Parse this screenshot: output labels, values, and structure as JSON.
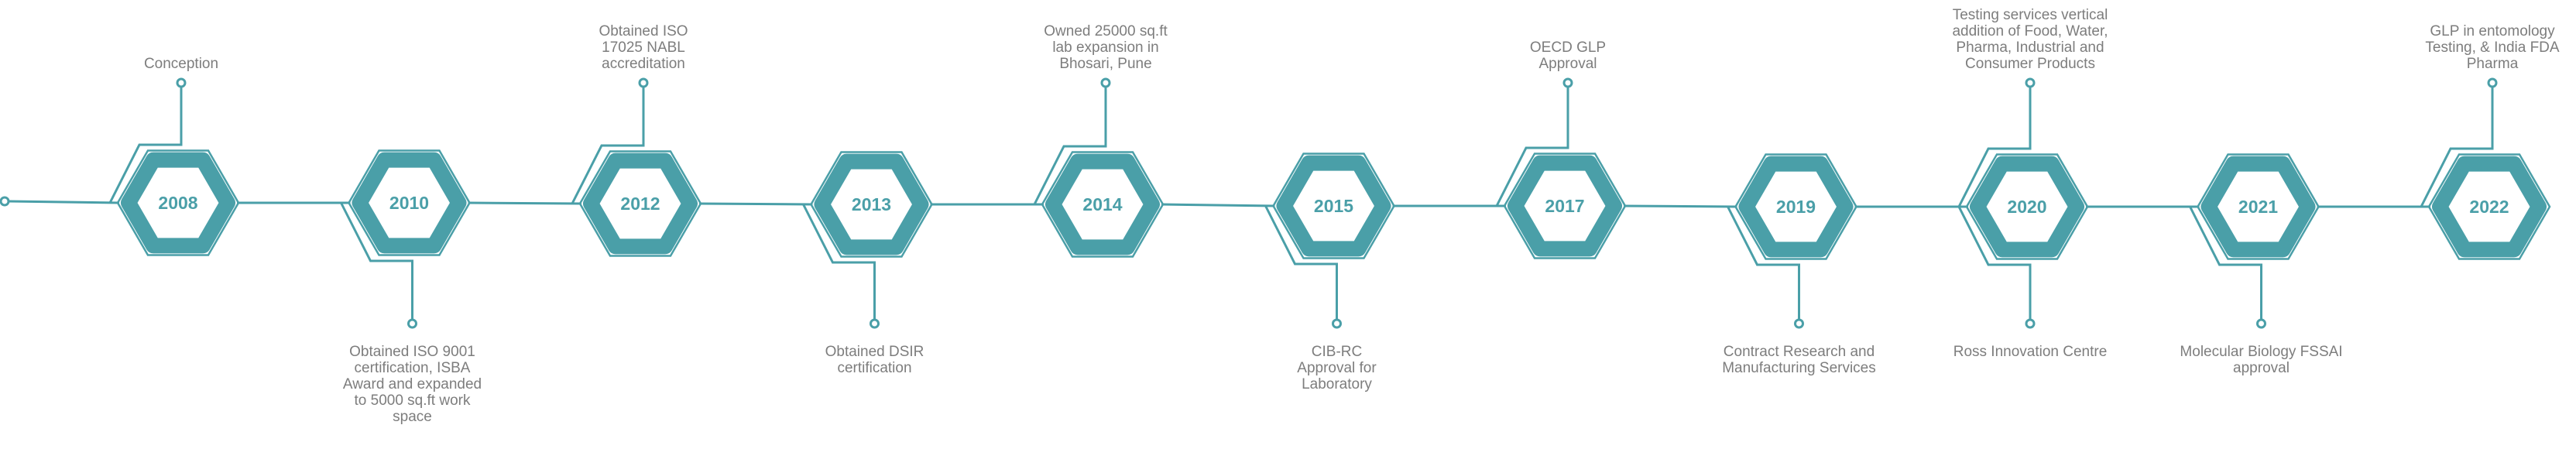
{
  "colors": {
    "accent": "#4a9fa8",
    "text": "#7d7d7d"
  },
  "milestones": [
    {
      "year": "2008",
      "side": "top",
      "text": "Conception"
    },
    {
      "year": "2010",
      "side": "bottom",
      "text": "Obtained ISO 9001\ncertification, ISBA\nAward and expanded\nto 5000 sq.ft work\nspace"
    },
    {
      "year": "2012",
      "side": "top",
      "text": "Obtained ISO\n17025 NABL\naccreditation"
    },
    {
      "year": "2013",
      "side": "bottom",
      "text": "Obtained DSIR\ncertification"
    },
    {
      "year": "2014",
      "side": "top",
      "text": "Owned 25000 sq.ft\nlab expansion in\nBhosari, Pune"
    },
    {
      "year": "2015",
      "side": "bottom",
      "text": "CIB-RC\nApproval for\nLaboratory"
    },
    {
      "year": "2017",
      "side": "top",
      "text": "OECD GLP\nApproval"
    },
    {
      "year": "2019",
      "side": "bottom",
      "text": "Contract Research and\nManufacturing Services"
    },
    {
      "year": "2020",
      "side": "both",
      "text": "Testing services vertical\naddition of Food, Water,\nPharma, Industrial  and\nConsumer Products",
      "text_bottom": "Ross Innovation Centre"
    },
    {
      "year": "2021",
      "side": "bottom",
      "text": "Molecular Biology FSSAI\napproval"
    },
    {
      "year": "2022",
      "side": "top",
      "text": "GLP in entomology\nTesting, & India FDA\nPharma"
    }
  ]
}
